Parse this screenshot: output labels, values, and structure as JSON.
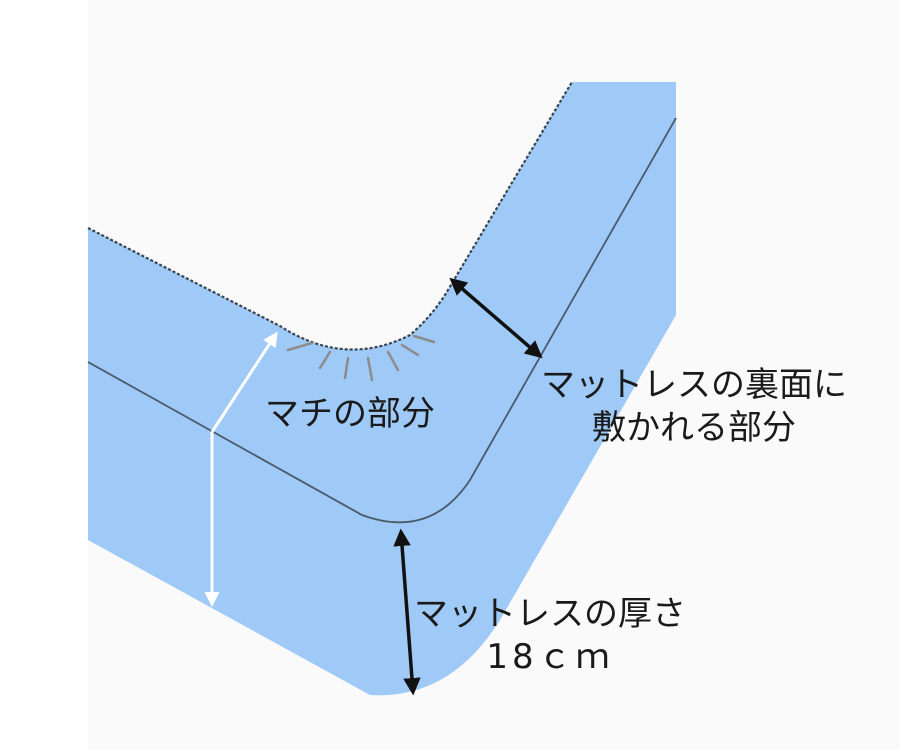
{
  "labels": {
    "gusset": "マチの部分",
    "underside_line1": "マットレスの裏面に",
    "underside_line2": "敷かれる部分",
    "thickness_line1": "マットレスの厚さ",
    "thickness_value": "18ｃｍ"
  },
  "colors": {
    "sheet_fill": "#9fcaf7",
    "sheet_edge": "#4a5a6a",
    "elastic_gathers": "#8c8c8c",
    "white_arrow": "#ffffff",
    "black_arrow": "#111111",
    "background": "#ffffff"
  }
}
